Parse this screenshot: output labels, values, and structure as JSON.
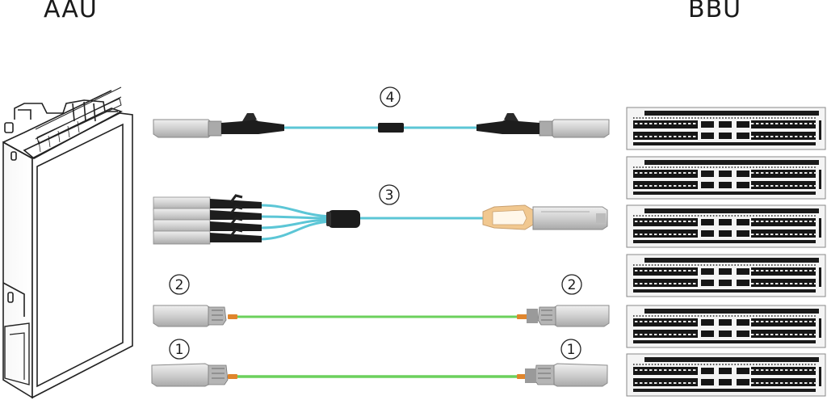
{
  "headings": {
    "left": "AAU",
    "right": "BBU"
  },
  "cables": [
    {
      "id": "cable-4",
      "label": "4",
      "type": "breakout-aoc",
      "color": "#5cc6d6"
    },
    {
      "id": "cable-3",
      "label": "3",
      "type": "qsfp-to-4xsfp-breakout",
      "color": "#5cc6d6"
    },
    {
      "id": "cable-2",
      "label": "2",
      "type": "sfp-fiber-jumper",
      "color": "#6cd05c"
    },
    {
      "id": "cable-1",
      "label": "1",
      "type": "sfp-fiber-jumper",
      "color": "#6cd05c"
    }
  ],
  "bbu_boards": 6,
  "colors": {
    "aoc": "#5cc6d6",
    "fiber": "#6cd05c",
    "module": "#c8c8c8",
    "connector": "#e0852c",
    "qsfp_pull": "#f1c890",
    "boot": "#222222"
  }
}
